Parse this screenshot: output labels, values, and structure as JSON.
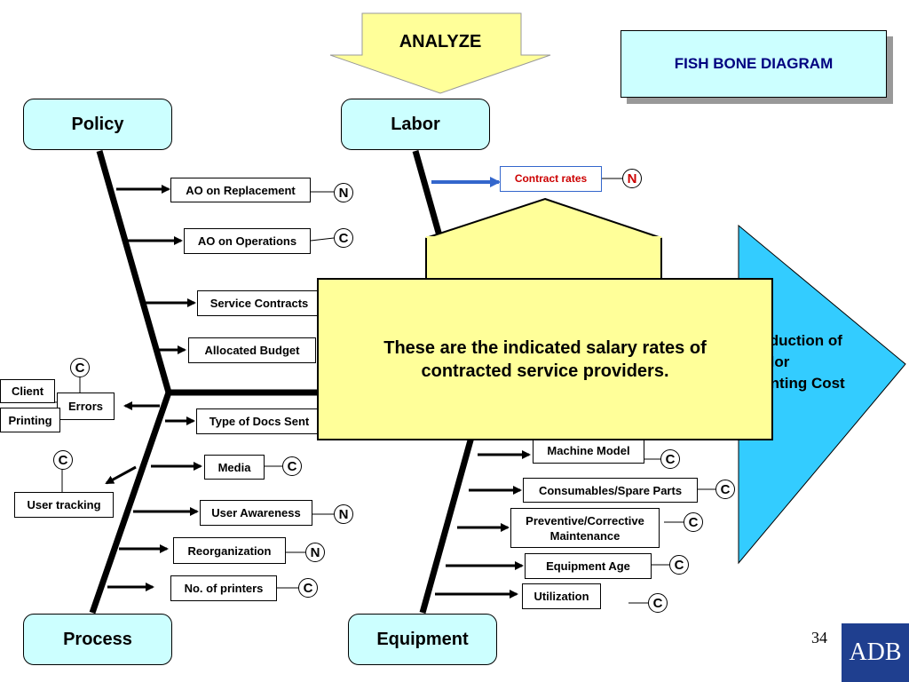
{
  "header": {
    "analyze_label": "ANALYZE",
    "title": "FISH BONE DIAGRAM"
  },
  "categories": {
    "policy": "Policy",
    "labor": "Labor",
    "process": "Process",
    "equipment": "Equipment"
  },
  "effect": {
    "line1": "Reduction of",
    "line2": "Color",
    "line3": "Printing Cost"
  },
  "callout": {
    "text": "These are the indicated salary rates of contracted service providers."
  },
  "causes": {
    "ao_replacement": {
      "label": "AO on Replacement",
      "tag": "N"
    },
    "ao_operations": {
      "label": "AO on Operations",
      "tag": "C"
    },
    "service_contracts": {
      "label": "Service Contracts"
    },
    "allocated_budget": {
      "label": "Allocated  Budget"
    },
    "errors": {
      "label": "Errors",
      "tag": "C"
    },
    "client": {
      "label": "Client"
    },
    "printing": {
      "label": "Printing"
    },
    "type_docs": {
      "label": "Type of Docs Sent"
    },
    "media": {
      "label": "Media",
      "tag": "C"
    },
    "user_tracking": {
      "label": "User tracking",
      "tag": "C"
    },
    "user_awareness": {
      "label": "User Awareness",
      "tag": "N"
    },
    "reorganization": {
      "label": "Reorganization",
      "tag": "N"
    },
    "no_printers": {
      "label": "No. of printers",
      "tag": "C"
    },
    "contract_rates": {
      "label": "Contract rates",
      "tag": "N"
    },
    "machine_model": {
      "label": "Machine Model",
      "tag": "C"
    },
    "consumables": {
      "label": "Consumables/Spare Parts",
      "tag": "C"
    },
    "maintenance": {
      "line1": "Preventive/Corrective",
      "line2": "Maintenance",
      "tag": "C"
    },
    "equipment_age": {
      "label": "Equipment Age",
      "tag": "C"
    },
    "utilization": {
      "label": "Utilization",
      "tag": "C"
    }
  },
  "footer": {
    "page_number": "34",
    "logo_text": "ADB"
  },
  "colors": {
    "category_fill": "#ccffff",
    "callout_fill": "#ffff99",
    "effect_arrow_fill": "#33ccff",
    "title_text": "#000080",
    "highlight_arrow": "#3366cc",
    "highlight_text": "#cc0000"
  }
}
